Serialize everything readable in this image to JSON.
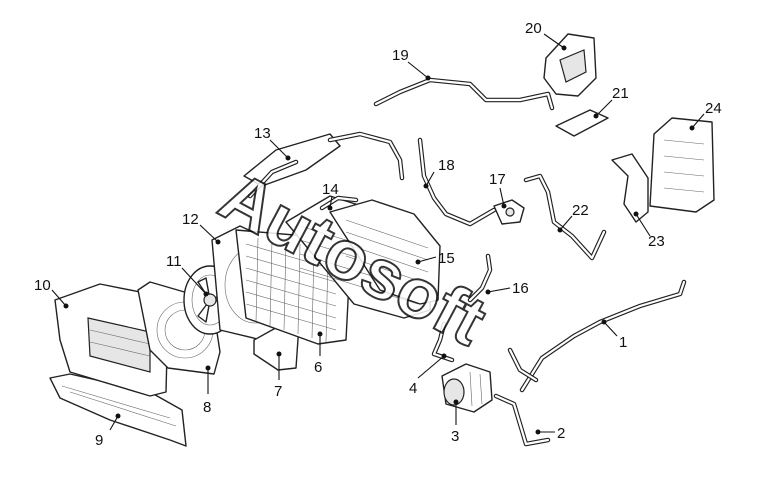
{
  "watermark": "Autosoft",
  "callouts": [
    {
      "id": "1",
      "part": "ac-pipe-long"
    },
    {
      "id": "2",
      "part": "discharge-hose"
    },
    {
      "id": "3",
      "part": "ac-compressor"
    },
    {
      "id": "4",
      "part": "small-pipe"
    },
    {
      "id": "6",
      "part": "condenser"
    },
    {
      "id": "7",
      "part": "lower-air-deflector"
    },
    {
      "id": "8",
      "part": "fan-shroud"
    },
    {
      "id": "9",
      "part": "lower-splash-shield"
    },
    {
      "id": "10",
      "part": "front-grille-panel"
    },
    {
      "id": "11",
      "part": "cooling-fan"
    },
    {
      "id": "12",
      "part": "fan-frame"
    },
    {
      "id": "13",
      "part": "upper-bracket"
    },
    {
      "id": "14",
      "part": "radiator-hose-upper"
    },
    {
      "id": "15",
      "part": "radiator"
    },
    {
      "id": "16",
      "part": "radiator-hose-lower"
    },
    {
      "id": "17",
      "part": "expansion-valve"
    },
    {
      "id": "18",
      "part": "suction-pipe"
    },
    {
      "id": "19",
      "part": "liquid-line"
    },
    {
      "id": "20",
      "part": "receiver-drier-bracket"
    },
    {
      "id": "21",
      "part": "filter-element"
    },
    {
      "id": "22",
      "part": "ac-hose"
    },
    {
      "id": "23",
      "part": "heater-bracket"
    },
    {
      "id": "24",
      "part": "evaporator-housing"
    }
  ]
}
